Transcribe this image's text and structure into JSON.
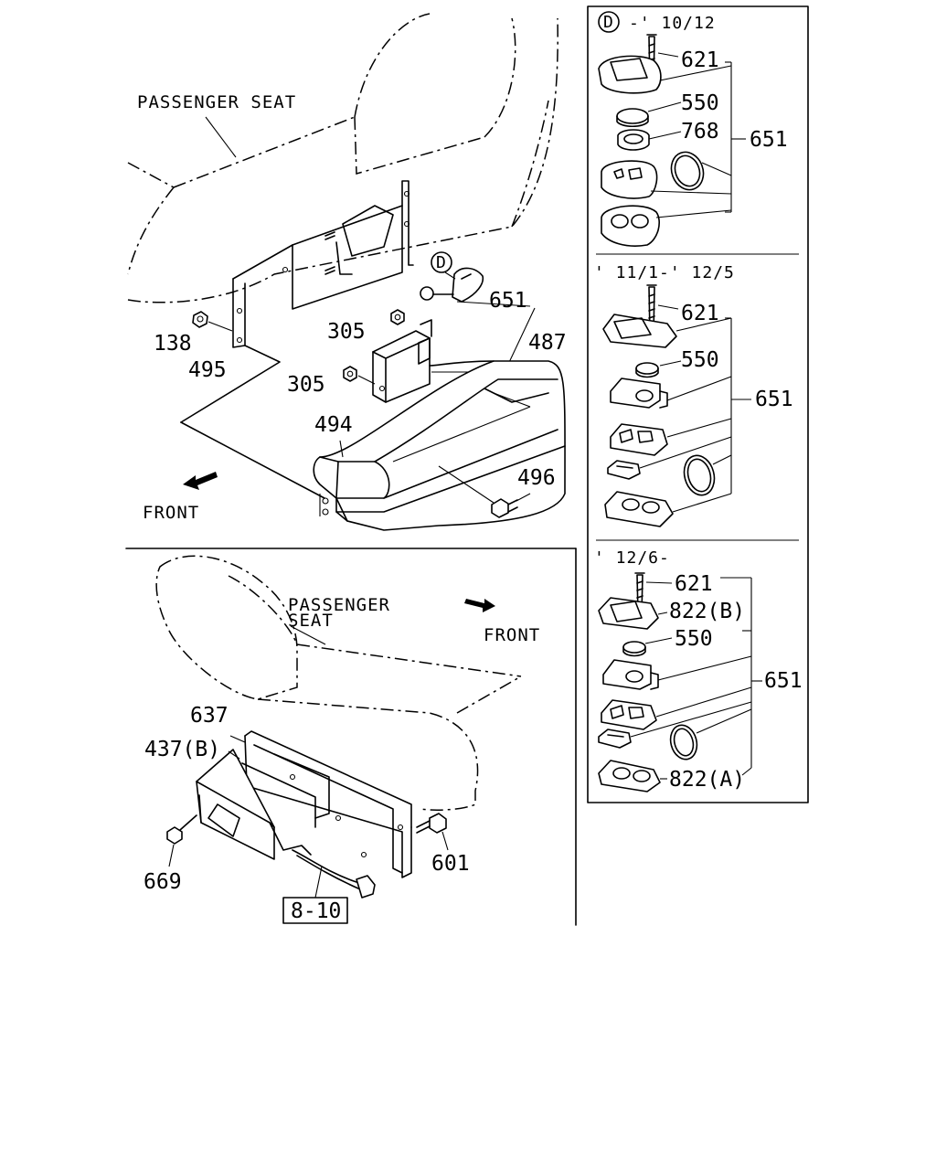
{
  "top": {
    "seat_label": "PASSENGER SEAT",
    "front_label": "FRONT",
    "callout_d": "D",
    "parts": {
      "p138": "138",
      "p495": "495",
      "p305a": "305",
      "p305b": "305",
      "p651": "651",
      "p487": "487",
      "p494": "494",
      "p496": "496"
    }
  },
  "bottom": {
    "seat_label_1": "PASSENGER",
    "seat_label_2": "SEAT",
    "front_label": "FRONT",
    "ref_box": "8-10",
    "parts": {
      "p637": "637",
      "p437b": "437(B)",
      "p669": "669",
      "p601": "601"
    }
  },
  "detail": {
    "panel1": {
      "callout": "D",
      "caption": "-' 10/12",
      "parts": {
        "p621": "621",
        "p550": "550",
        "p768": "768",
        "p651": "651"
      }
    },
    "panel2": {
      "caption": "' 11/1-' 12/5",
      "parts": {
        "p621": "621",
        "p550": "550",
        "p651": "651"
      }
    },
    "panel3": {
      "caption": "' 12/6-",
      "parts": {
        "p621": "621",
        "p822b": "822(B)",
        "p550": "550",
        "p651": "651",
        "p822a": "822(A)"
      }
    }
  }
}
